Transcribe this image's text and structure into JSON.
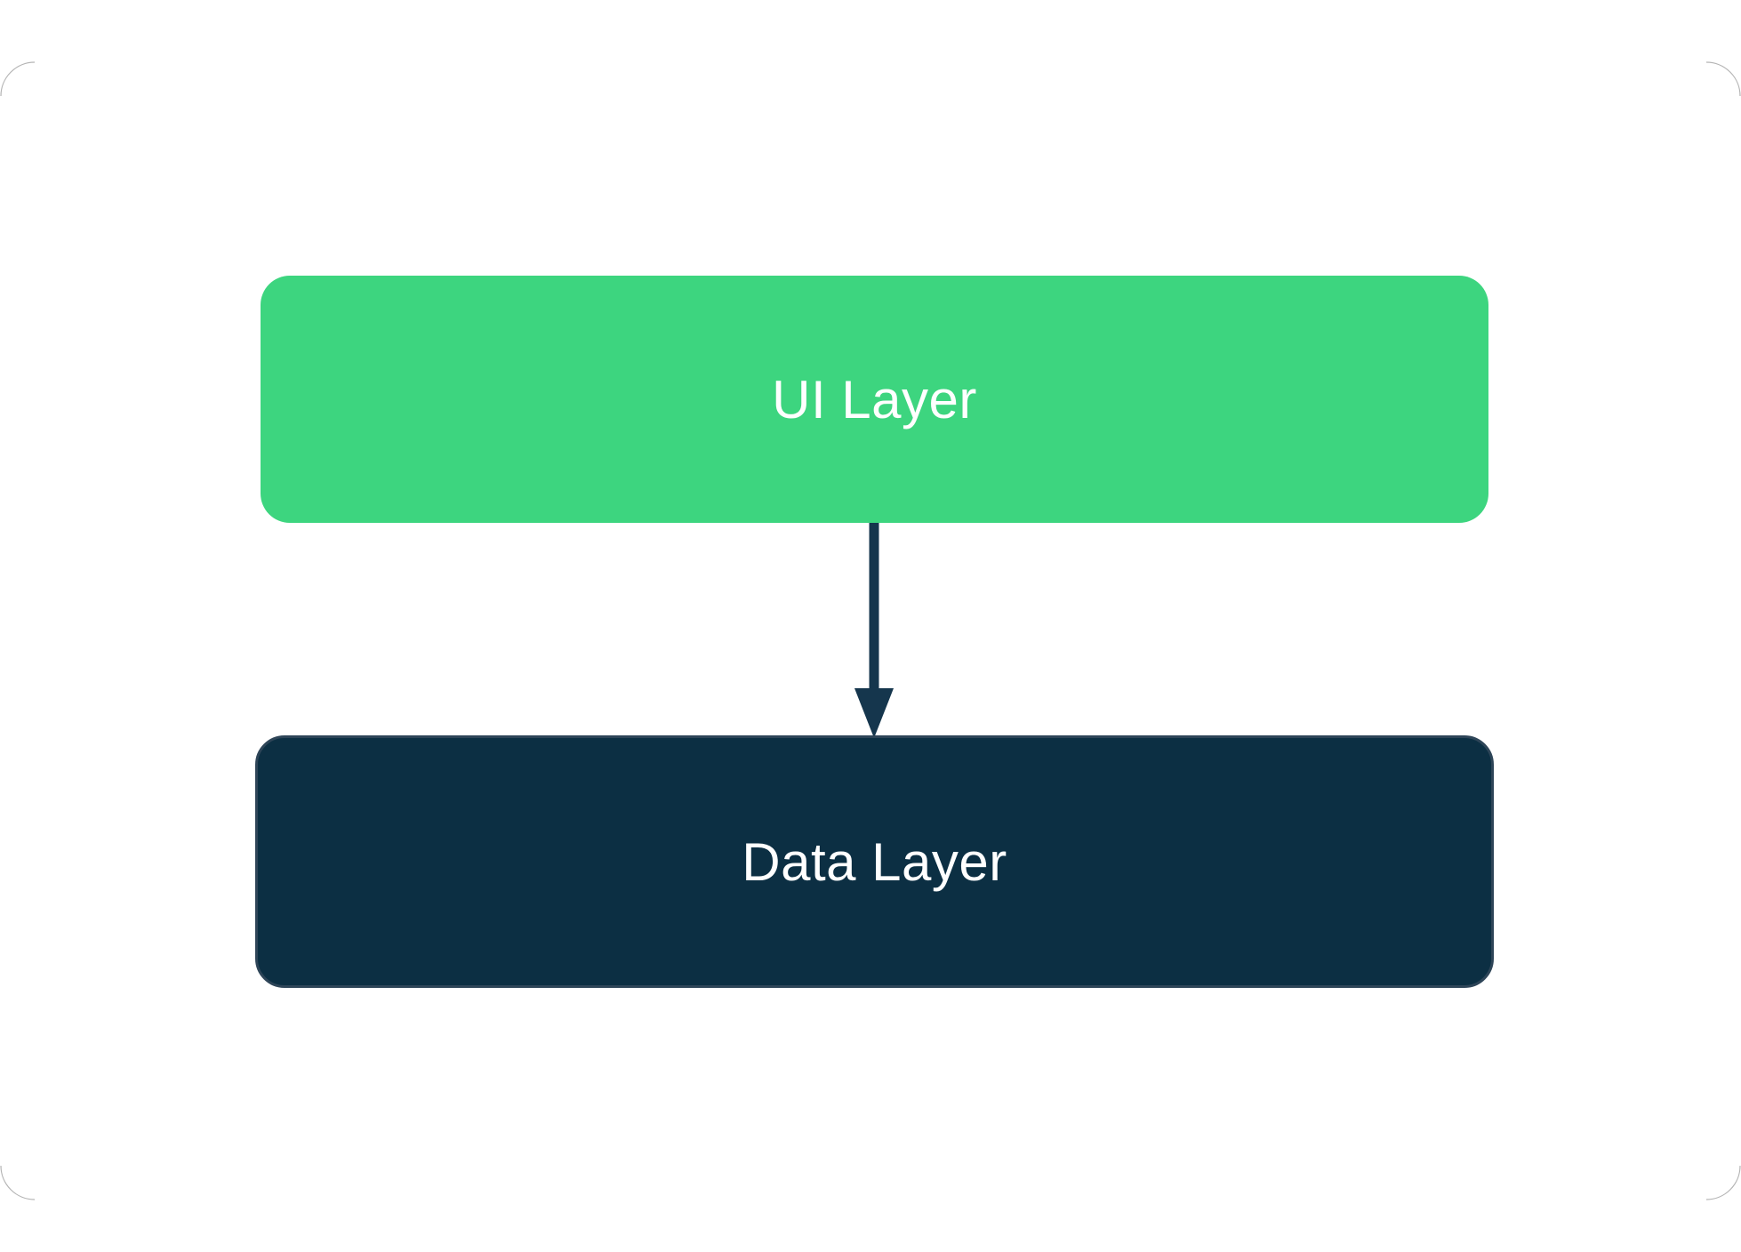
{
  "canvas": {
    "background": "#ffffff",
    "frame_color": "#9b9b9b"
  },
  "diagram": {
    "type": "flowchart-top-down",
    "nodes": [
      {
        "id": "ui-layer",
        "label": "UI Layer",
        "fill": "#3dd57f",
        "text_color": "#ffffff"
      },
      {
        "id": "data-layer",
        "label": "Data Layer",
        "fill": "#0c2f43",
        "border_color": "#2e4558",
        "text_color": "#ffffff"
      }
    ],
    "edges": [
      {
        "from": "ui-layer",
        "to": "data-layer",
        "style": "solid-arrow",
        "color": "#15364d"
      }
    ]
  }
}
